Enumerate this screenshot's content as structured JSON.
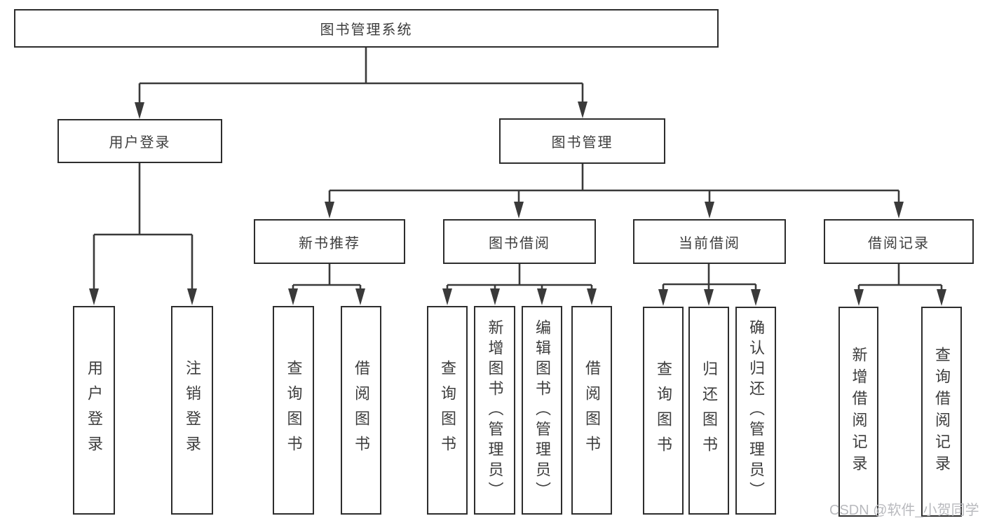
{
  "level1": {
    "label": "图书管理系统"
  },
  "level2": [
    {
      "label": "用户登录"
    },
    {
      "label": "图书管理"
    }
  ],
  "level3": [
    {
      "label": "新书推荐"
    },
    {
      "label": "图书借阅"
    },
    {
      "label": "当前借阅"
    },
    {
      "label": "借阅记录"
    }
  ],
  "leaves": {
    "user_login_group": [
      "用户登录",
      "注销登录"
    ],
    "new_book_group": [
      "查询图书",
      "借阅图书"
    ],
    "borrow_group": [
      "查询图书",
      "新增图书（管理员）",
      "编辑图书（管理员）",
      "借阅图书"
    ],
    "current_group": [
      "查询图书",
      "归还图书",
      "确认归还（管理员）"
    ],
    "record_group": [
      "新增借阅记录",
      "查询借阅记录"
    ]
  },
  "watermark": {
    "text": "CSDN @软件_小贺同学"
  },
  "colors": {
    "line": "#3a3a3a",
    "border": "#2d2d2d",
    "text": "#3d3d3d",
    "watermark": "#b9babe",
    "background": "#ffffff"
  }
}
